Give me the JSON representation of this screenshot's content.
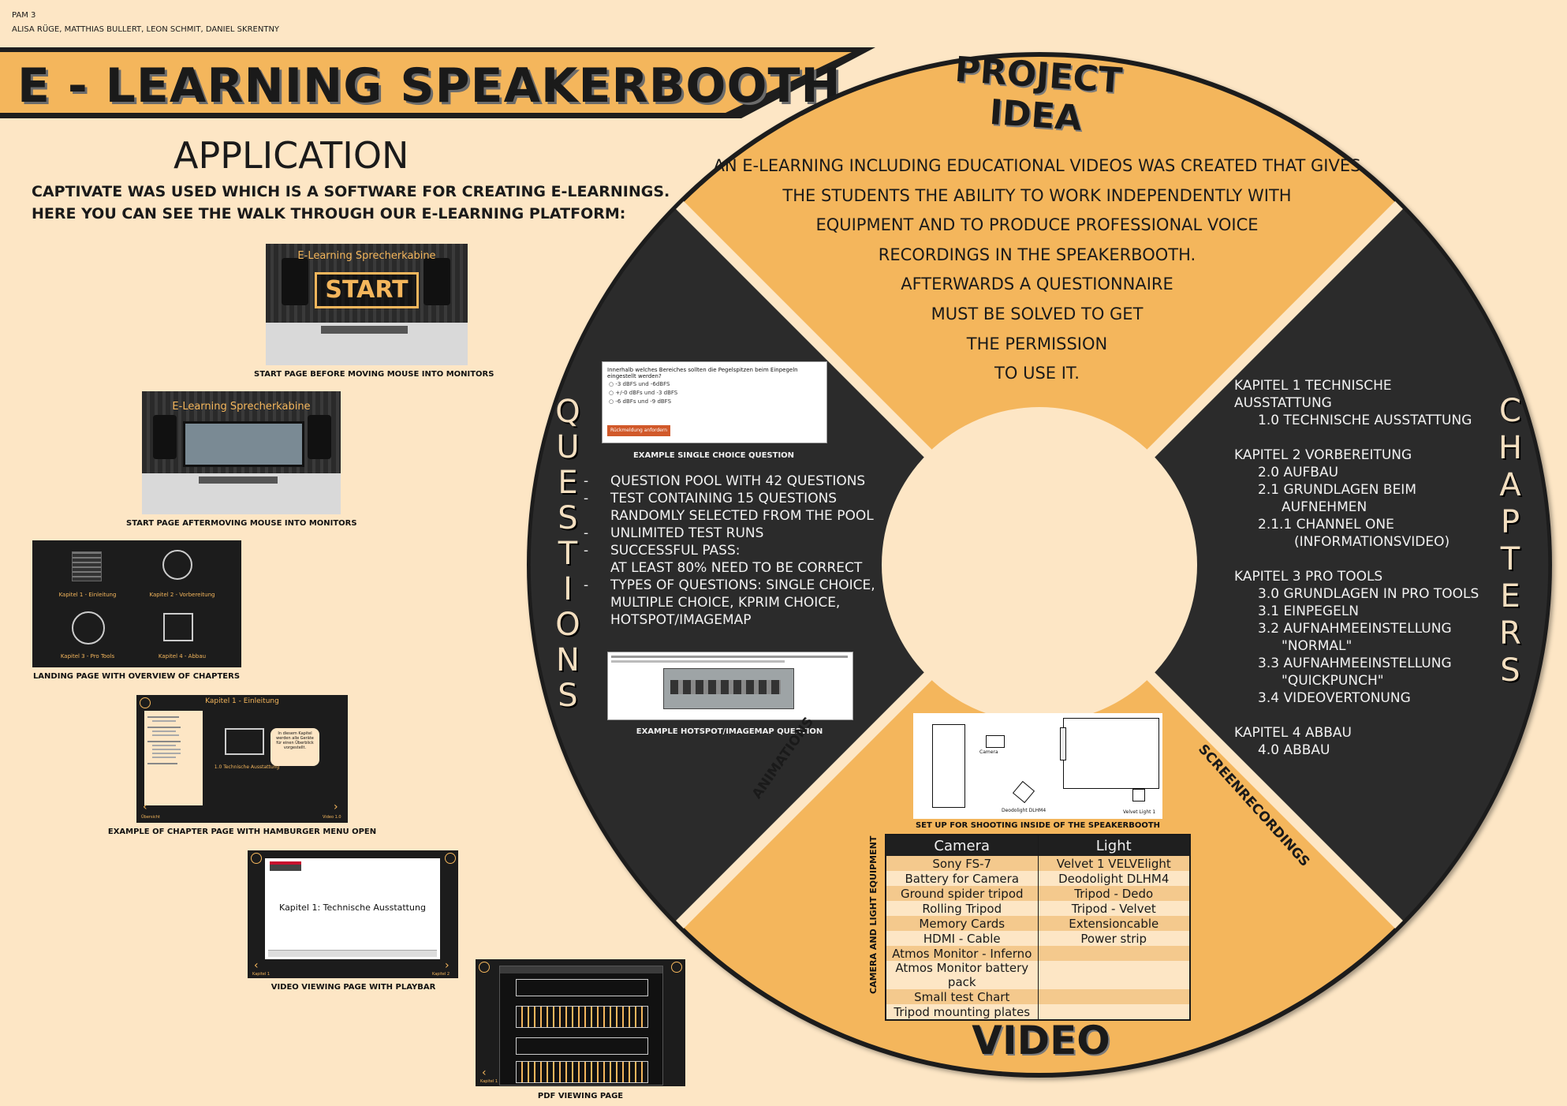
{
  "header": {
    "group": "PAM 3",
    "authors": "ALISA RÜGE, MATTHIAS BULLERT, LEON SCHMIT, DANIEL SKRENTNY",
    "title": "E - LEARNING SPEAKERBOOTH"
  },
  "application": {
    "heading": "APPLICATION",
    "intro_line1": "CAPTIVATE WAS USED WHICH IS A SOFTWARE FOR CREATING E-LEARNINGS.",
    "intro_line2": "HERE YOU CAN SEE THE WALK THROUGH OUR E-LEARNING PLATFORM:",
    "shots": [
      {
        "overlay": "E-Learning Sprecherkabine",
        "button": "START",
        "caption": "START PAGE BEFORE MOVING MOUSE INTO MONITORS"
      },
      {
        "overlay": "E-Learning Sprecherkabine",
        "caption": "START PAGE AFTERMOVING MOUSE INTO MONITORS"
      },
      {
        "tiles": [
          "Kapitel 1 - Einleitung",
          "Kapitel 2 - Vorbereitung",
          "Kapitel 3 - Pro Tools",
          "Kapitel 4 - Abbau"
        ],
        "caption": "LANDING PAGE WITH OVERVIEW OF CHAPTERS"
      },
      {
        "title": "Kapitel 1 - Einleitung",
        "video_label": "1.0 Technische Ausstattung",
        "bubble": "In diesem Kapitel werden alle Geräte für einen Überblick vorgestellt.",
        "nav_left": "Übersicht",
        "nav_right": "Video 1.0",
        "caption": "EXAMPLE OF CHAPTER PAGE WITH HAMBURGER MENU OPEN"
      },
      {
        "video_title": "Kapitel 1: Technische Ausstattung",
        "nav_left": "Kapitel 1",
        "nav_right": "Kapitel 2",
        "caption": "VIDEO VIEWING PAGE WITH PLAYBAR"
      },
      {
        "nav_left": "Kapitel 1",
        "caption": "PDF VIEWING PAGE"
      }
    ]
  },
  "ring": {
    "project_idea": {
      "title": "PROJECT IDEA",
      "lines": [
        "AN E-LEARNING INCLUDING EDUCATIONAL VIDEOS WAS CREATED THAT GIVES",
        "THE STUDENTS THE ABILITY TO WORK INDEPENDENTLY WITH",
        "EQUIPMENT AND TO PRODUCE PROFESSIONAL VOICE",
        "RECORDINGS IN THE SPEAKERBOOTH.",
        "AFTERWARDS A QUESTIONNAIRE",
        "MUST BE SOLVED TO GET",
        "THE PERMISSION",
        "TO USE IT."
      ]
    },
    "questions": {
      "label": "QUESTIONS",
      "single_choice": {
        "question": "Innerhalb welches Bereiches sollten die Pegelspitzen beim Einpegeln eingestellt werden?",
        "options": [
          "-3 dBFS und -6dBFS",
          "+/-0 dBFs und -3 dBFS",
          "-6 dBFs und -9 dBFS"
        ],
        "button": "Rückmeldung anfordern",
        "caption": "EXAMPLE SINGLE CHOICE QUESTION"
      },
      "bullets": [
        {
          "dash": "-",
          "text": "QUESTION POOL WITH 42 QUESTIONS"
        },
        {
          "dash": "-",
          "text": "TEST CONTAINING 15 QUESTIONS"
        },
        {
          "dash": "",
          "text": "RANDOMLY SELECTED FROM THE POOL"
        },
        {
          "dash": "-",
          "text": "UNLIMITED TEST RUNS"
        },
        {
          "dash": "-",
          "text": "SUCCESSFUL PASS:"
        },
        {
          "dash": "",
          "text": "AT LEAST 80%  NEED TO BE CORRECT"
        },
        {
          "dash": "-",
          "text": "TYPES OF QUESTIONS: SINGLE CHOICE,"
        },
        {
          "dash": "",
          "text": "MULTIPLE CHOICE, KPRIM CHOICE,"
        },
        {
          "dash": "",
          "text": "HOTSPOT/IMAGEMAP"
        }
      ],
      "hotspot_caption": "EXAMPLE HOTSPOT/IMAGEMAP QUESTION"
    },
    "chapters": {
      "label": "CHAPTERS",
      "lines": [
        {
          "indent": 0,
          "text": "KAPITEL 1 TECHNISCHE AUSSTATTUNG"
        },
        {
          "indent": 1,
          "text": "1.0 TECHNISCHE AUSSTATTUNG"
        },
        {
          "indent": -1,
          "text": ""
        },
        {
          "indent": 0,
          "text": "KAPITEL 2 VORBEREITUNG"
        },
        {
          "indent": 1,
          "text": "2.0 AUFBAU"
        },
        {
          "indent": 1,
          "text": "2.1 GRUNDLAGEN BEIM"
        },
        {
          "indent": 2,
          "text": "AUFNEHMEN"
        },
        {
          "indent": 1,
          "text": "2.1.1 CHANNEL ONE"
        },
        {
          "indent": 3,
          "text": "(INFORMATIONSVIDEO)"
        },
        {
          "indent": -1,
          "text": ""
        },
        {
          "indent": 0,
          "text": "KAPITEL 3 PRO TOOLS"
        },
        {
          "indent": 1,
          "text": "3.0 GRUNDLAGEN IN PRO TOOLS"
        },
        {
          "indent": 1,
          "text": "3.1 EINPEGELN"
        },
        {
          "indent": 1,
          "text": "3.2 AUFNAHMEEINSTELLUNG"
        },
        {
          "indent": 2,
          "text": "\"NORMAL\""
        },
        {
          "indent": 1,
          "text": "3.3 AUFNAHMEEINSTELLUNG"
        },
        {
          "indent": 2,
          "text": "\"QUICKPUNCH\""
        },
        {
          "indent": 1,
          "text": "3.4 VIDEOVERTONUNG"
        },
        {
          "indent": -1,
          "text": ""
        },
        {
          "indent": 0,
          "text": "KAPITEL 4 ABBAU"
        },
        {
          "indent": 1,
          "text": "4.0 ABBAU"
        }
      ]
    },
    "video": {
      "title": "VIDEO",
      "animations_label": "ANIMATIONS",
      "screenrecordings_label": "SCREENRECORDINGS",
      "setup": {
        "camera_label": "Camera",
        "light1_label": "Deodolight DLHM4",
        "light2_label": "Velvet Light 1",
        "caption": "SET UP FOR SHOOTING INSIDE OF THE SPEAKERBOOTH"
      },
      "equipment": {
        "side_label": "CAMERA AND LIGHT EQUIPMENT",
        "headers": [
          "Camera",
          "Light"
        ],
        "rows": [
          [
            "Sony FS-7",
            "Velvet 1 VELVElight"
          ],
          [
            "Battery for Camera",
            "Deodolight DLHM4"
          ],
          [
            "Ground spider tripod",
            "Tripod - Dedo"
          ],
          [
            "Rolling Tripod",
            "Tripod - Velvet"
          ],
          [
            "Memory Cards",
            "Extensioncable"
          ],
          [
            "HDMI - Cable",
            "Power strip"
          ],
          [
            "Atmos Monitor - Inferno",
            ""
          ],
          [
            "Atmos Monitor battery pack",
            ""
          ],
          [
            "Small test Chart",
            ""
          ],
          [
            "Tripod mounting plates",
            ""
          ]
        ]
      }
    }
  },
  "colors": {
    "background": "#fde6c5",
    "orange": "#f4b65c",
    "dark": "#2b2b2b",
    "accent": "#e28a1f"
  }
}
